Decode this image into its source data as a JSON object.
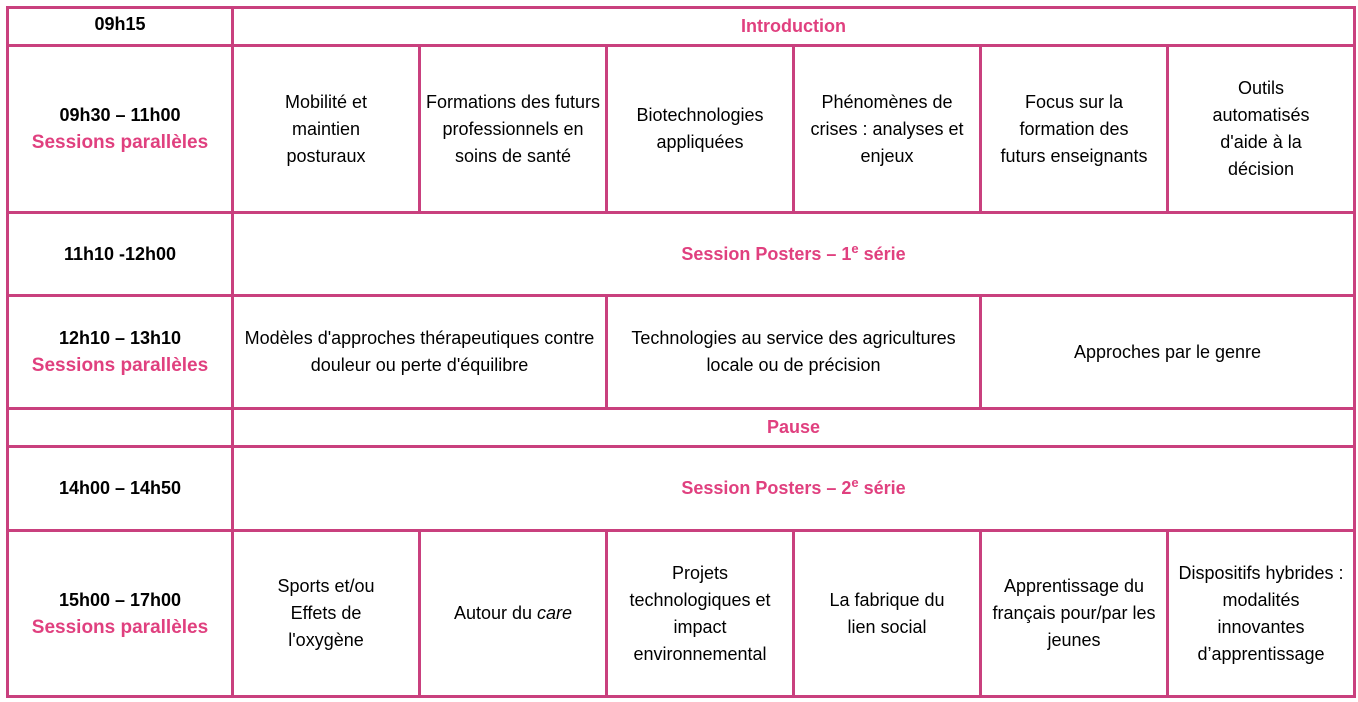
{
  "rows": {
    "intro": {
      "time": "09h15",
      "title": "Introduction"
    },
    "s1": {
      "time": "09h30 – 11h00",
      "label": "Sessions parallèles",
      "sessions": [
        "Mobilité et maintien posturaux",
        "Formations des futurs professionnels en soins de santé",
        "Biotechnologies appliquées",
        "Phénomènes de crises : analyses et enjeux",
        "Focus sur la formation des futurs enseignants",
        "Outils automatisés d'aide à la décision"
      ]
    },
    "posters1": {
      "time": "11h10 -12h00",
      "title": "Session Posters – 1",
      "sup": "e",
      "suffix": " série"
    },
    "s2": {
      "time": "12h10 – 13h10",
      "label": "Sessions parallèles",
      "sessions": [
        "Modèles d'approches thérapeutiques contre douleur ou perte d'équilibre",
        "Technologies au service des agricultures locale ou de précision",
        "Approches par le genre"
      ]
    },
    "pause": {
      "time": "",
      "title": "Pause"
    },
    "posters2": {
      "time": "14h00 – 14h50",
      "title": "Session Posters – 2",
      "sup": "e",
      "suffix": " série"
    },
    "s3": {
      "time": "15h00 – 17h00",
      "label": "Sessions parallèles",
      "sessions": [
        "Sports et/ou Effets de l'oxygène",
        "Autour du ",
        "Projets technologiques et impact environnemental",
        "La fabrique du lien social",
        "Apprentissage du français pour/par les jeunes",
        "Dispositifs hybrides : modalités innovantes d’apprentissage"
      ],
      "care_italic": "care"
    }
  },
  "colors": {
    "border": "#c9407e",
    "accent": "#e0407f"
  }
}
